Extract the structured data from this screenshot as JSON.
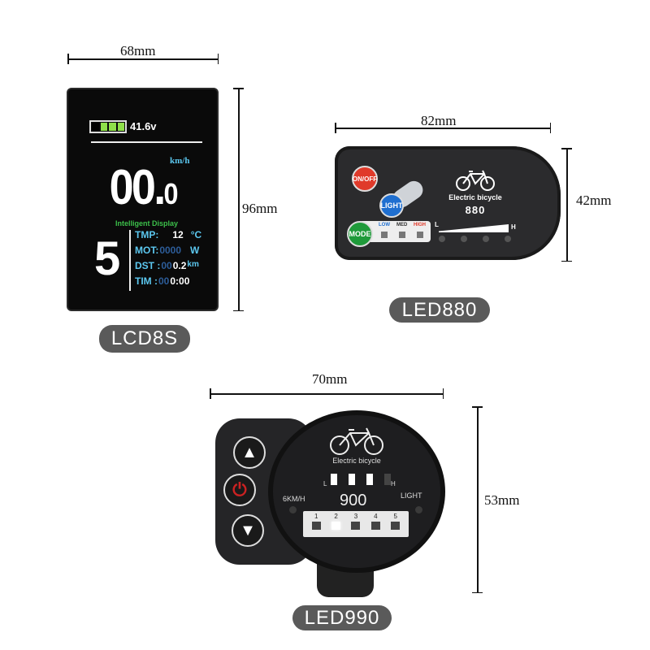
{
  "dimensions": {
    "lcd8s_width": "68mm",
    "lcd8s_height": "96mm",
    "led880_width": "82mm",
    "led880_height": "42mm",
    "led990_width": "70mm",
    "led990_height": "53mm"
  },
  "labels": {
    "lcd8s": "LCD8S",
    "led880": "LED880",
    "led990": "LED990"
  },
  "lcd8s": {
    "battery_fraction": 0.75,
    "voltage": "41.6v",
    "speed_unit": "km/h",
    "speed": "00.",
    "speed_decimal": "0",
    "banner": "Intelligent Display",
    "assist_level": "5",
    "rows": [
      {
        "label": "TMP:",
        "dim": "",
        "value": "12",
        "unit": "°C"
      },
      {
        "label": "MOT:",
        "dim": "0000",
        "value": "",
        "unit": "W"
      },
      {
        "label": "DST :",
        "dim": "00",
        "value": "0.2",
        "unit": "km"
      },
      {
        "label": "TIM :",
        "dim": "00",
        "value": "0:00",
        "unit": ""
      }
    ]
  },
  "led880": {
    "onoff": "ON/OFF",
    "light": "LIGHT",
    "mode": "MODE",
    "modes": [
      "LOW",
      "MED",
      "HIGH"
    ],
    "brand": "Electric bicycle",
    "model": "880",
    "low": "L",
    "high": "H"
  },
  "led990": {
    "brand": "Electric bicycle",
    "model": "900",
    "low": "L",
    "high": "H",
    "walk": "6KM/H",
    "light": "LIGHT",
    "levels": [
      "1",
      "2",
      "3",
      "4",
      "5"
    ],
    "active_level": "2"
  },
  "colors": {
    "onoff": "#e03a2a",
    "light": "#1f6fd0",
    "mode": "#1f9a3a",
    "battery": "#8fe04a",
    "cyan": "#5cc8f0",
    "banner": "#3cc04a"
  }
}
